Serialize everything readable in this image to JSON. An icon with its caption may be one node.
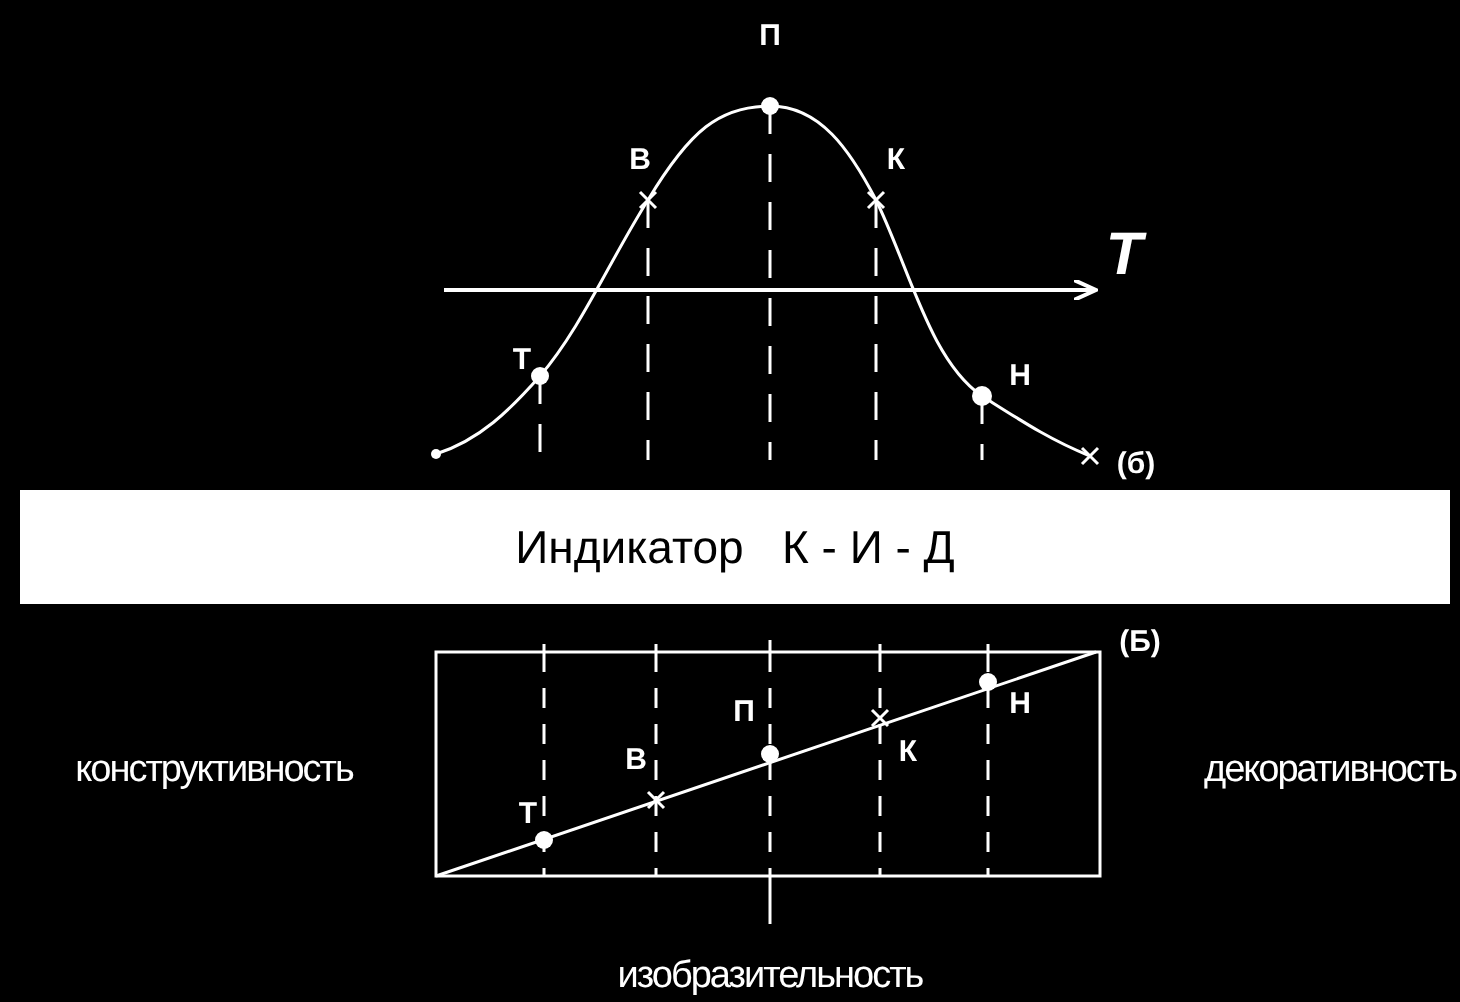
{
  "diagram": {
    "nodes": [
      {
        "text": [
          "Индикатор   К - И - Д"
        ]
      }
    ],
    "labels": [
      "П",
      "В",
      "К",
      "T",
      "Т",
      "Н",
      "(б)",
      "(Б)",
      "Н",
      "П",
      "К",
      "В",
      "конструктивность",
      "декоративность",
      "Т",
      "изобразительность"
    ]
  }
}
